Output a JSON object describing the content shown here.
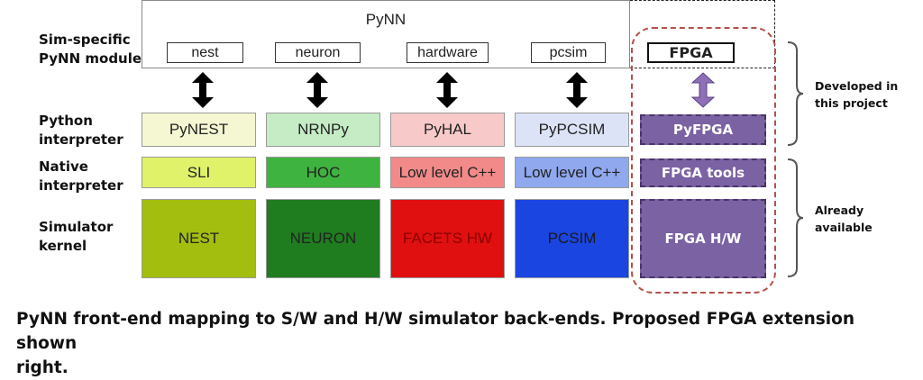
{
  "row_labels": {
    "sim_specific_module": [
      "Sim-specific",
      "PyNN module"
    ],
    "python_interpreter": [
      "Python",
      "interpreter"
    ],
    "native_interpreter": [
      "Native",
      "interpreter"
    ],
    "simulator_kernel": [
      "Simulator",
      "kernel"
    ]
  },
  "pynn": {
    "title": "PyNN",
    "modules": [
      "nest",
      "neuron",
      "hardware",
      "pcsim"
    ]
  },
  "columns": [
    {
      "python": "PyNEST",
      "native": "SLI",
      "kernel": "NEST",
      "colors": {
        "python": "#f4f7d2",
        "native": "#dff26a",
        "kernel": "#a3be0f",
        "kernel_text": "#222222"
      }
    },
    {
      "python": "NRNPy",
      "native": "HOC",
      "kernel": "NEURON",
      "colors": {
        "python": "#c5ecc5",
        "native": "#3fb33f",
        "kernel": "#1f7c1f",
        "kernel_text": "#222222"
      }
    },
    {
      "python": "PyHAL",
      "native": "Low level C++",
      "kernel": "FACETS HW",
      "colors": {
        "python": "#f7c9c9",
        "native": "#f28a8a",
        "kernel": "#e01010",
        "kernel_text": "#8a0000"
      }
    },
    {
      "python": "PyPCSIM",
      "native": "Low level C++",
      "kernel": "PCSIM",
      "colors": {
        "python": "#dde3f7",
        "native": "#8fa8ee",
        "kernel": "#1a45e0",
        "kernel_text": "#1a1a1a"
      }
    }
  ],
  "fpga": {
    "module": "FPGA",
    "python": "PyFPGA",
    "native": "FPGA tools",
    "kernel": "FPGA H/W",
    "colors": {
      "fill": "#7b62a3",
      "border": "#4a3468",
      "arrow": "#8e6fb8",
      "outline": "#b5504a"
    }
  },
  "side_notes": {
    "developed": [
      "Developed in",
      "this project"
    ],
    "available": [
      "Already",
      "available"
    ]
  },
  "caption": [
    "PyNN front-end mapping to S/W and H/W simulator back-ends. Proposed FPGA extension shown",
    "right."
  ]
}
